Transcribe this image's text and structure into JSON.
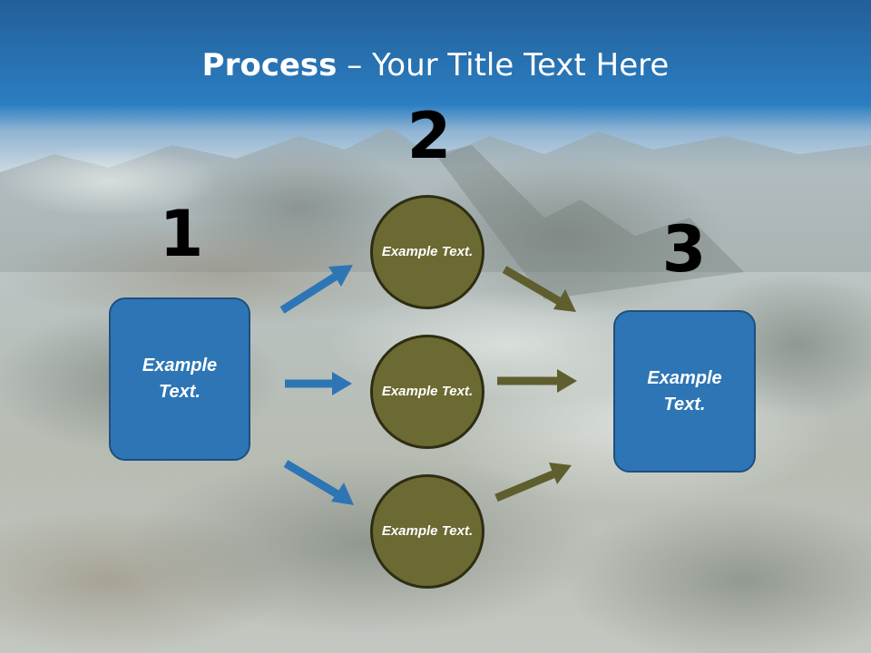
{
  "title": {
    "bold": "Process",
    "separator": " – ",
    "rest": "Your Title Text Here"
  },
  "steps": {
    "one": "1",
    "two": "2",
    "three": "3"
  },
  "left_box": {
    "text": "Example Text."
  },
  "right_box": {
    "text": "Example Text."
  },
  "circles": [
    {
      "text": "Example Text."
    },
    {
      "text": "Example Text."
    },
    {
      "text": "Example Text."
    }
  ],
  "colors": {
    "header_blue": "#2f7fc0",
    "box_blue": "#2e75b5",
    "circle_olive": "#6b6a33",
    "arrow_blue": "#2e75b5",
    "arrow_olive": "#5f5e2e"
  }
}
